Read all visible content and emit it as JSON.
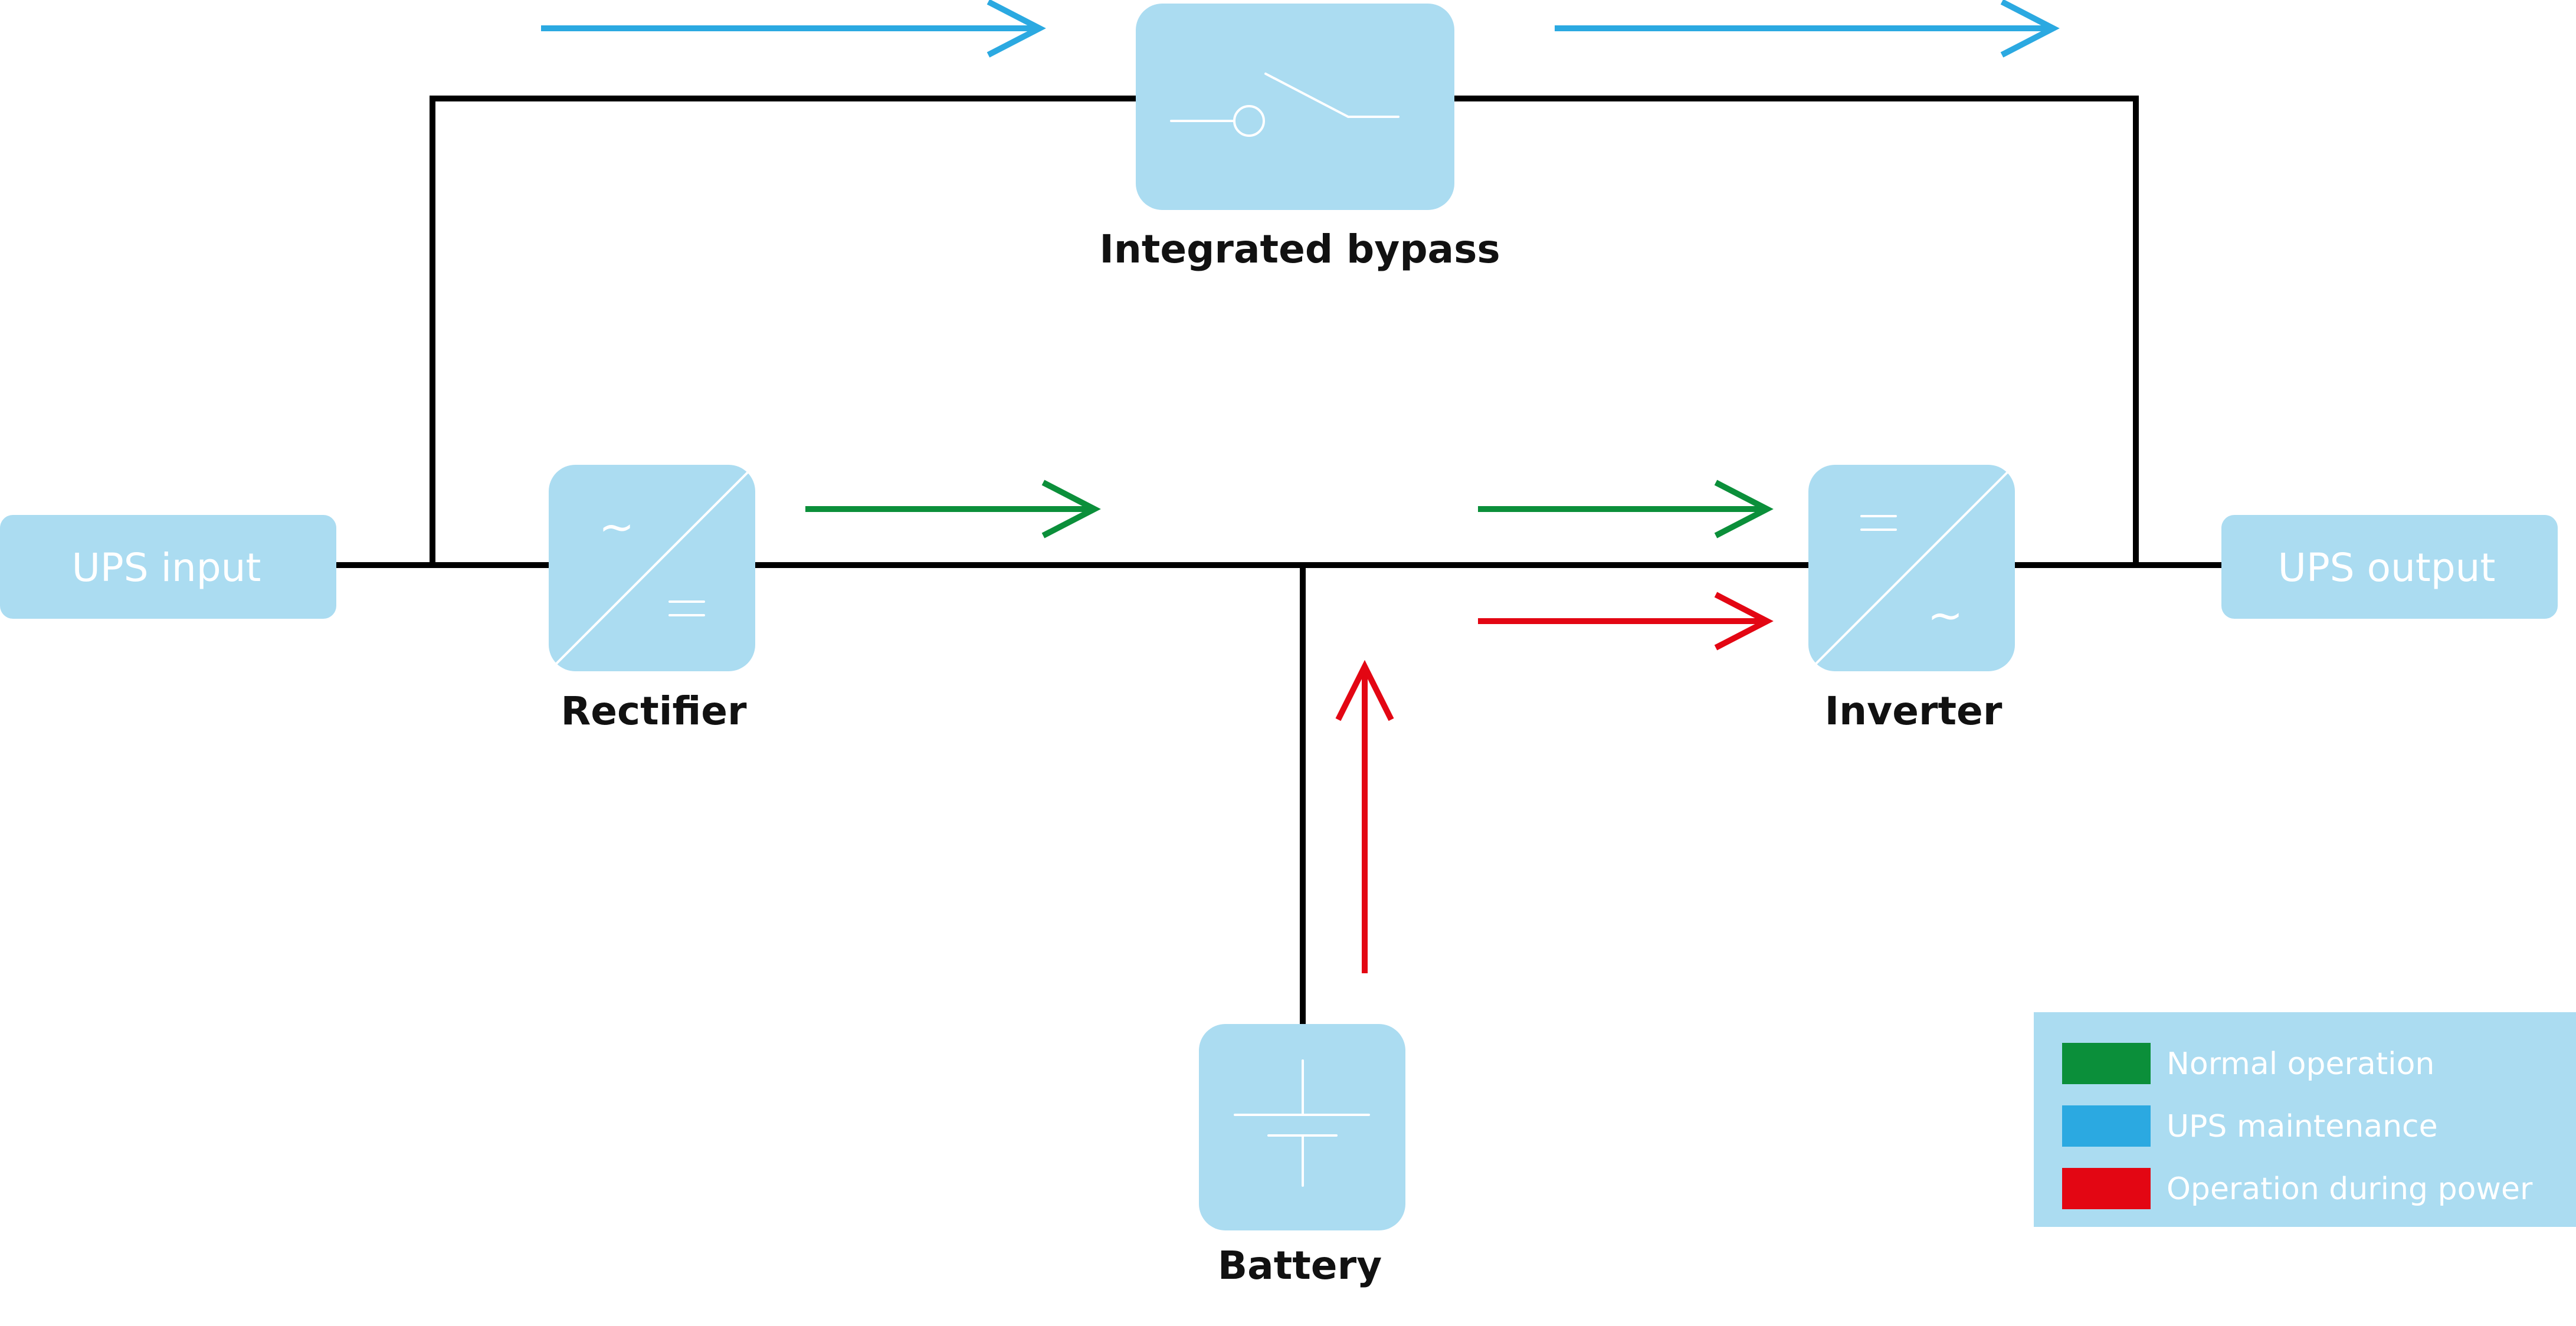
{
  "terminals": {
    "input": "UPS input",
    "output": "UPS output"
  },
  "components": {
    "bypass": "Integrated bypass",
    "rectifier": "Rectifier",
    "inverter": "Inverter",
    "battery": "Battery"
  },
  "legend": [
    {
      "label": "Normal operation",
      "color": "#0b8f3a"
    },
    {
      "label": "UPS maintenance",
      "color": "#2ba9e1"
    },
    {
      "label": "Operation during power",
      "color": "#e30613"
    }
  ],
  "colors": {
    "box_fill": "#abdcf1",
    "normal": "#0b8f3a",
    "maintenance": "#2ba9e1",
    "power": "#e30613",
    "wire": "#000000"
  }
}
